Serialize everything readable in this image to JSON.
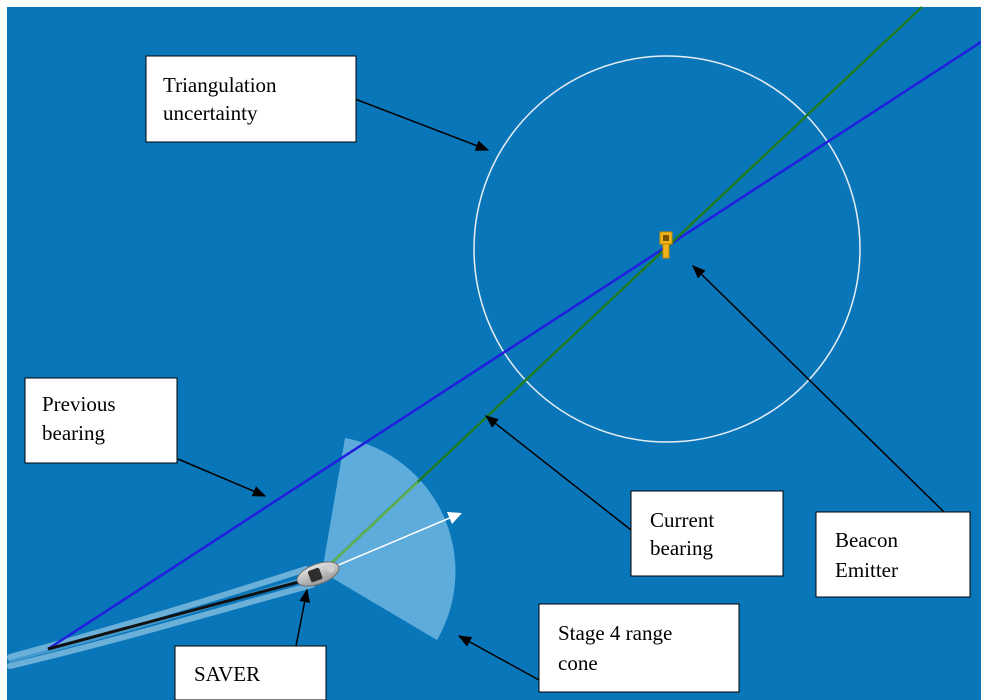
{
  "colors": {
    "ocean": "#0a76ba",
    "page_border": "#ffffff",
    "previous_bearing": "#1f1fdd",
    "current_bearing": "#1e7b24",
    "current_bearing_inside_cone": "#5fb052",
    "uncertainty_circle": "#e6eef5",
    "range_cone": "#7ec1e8",
    "heading_arrow": "#ffffff",
    "wake": "#8cc4e2",
    "track": "#111111",
    "beacon": "#f2b41c",
    "label_box": "#ffffff",
    "label_text": "#000000",
    "pointer": "#000000"
  },
  "icons": {
    "beacon": "beacon-emitter-icon",
    "vehicle": "saver-vehicle-icon"
  },
  "labels": {
    "triangulation": {
      "line1": "Triangulation",
      "line2": "uncertainty"
    },
    "previous_bearing": {
      "line1": "Previous",
      "line2": "bearing"
    },
    "current_bearing": {
      "line1": "Current",
      "line2": "bearing"
    },
    "beacon": {
      "line1": "Beacon",
      "line2": "Emitter"
    },
    "range_cone": {
      "line1": "Stage 4 range",
      "line2": "cone"
    },
    "saver": {
      "line1": "SAVER"
    }
  }
}
